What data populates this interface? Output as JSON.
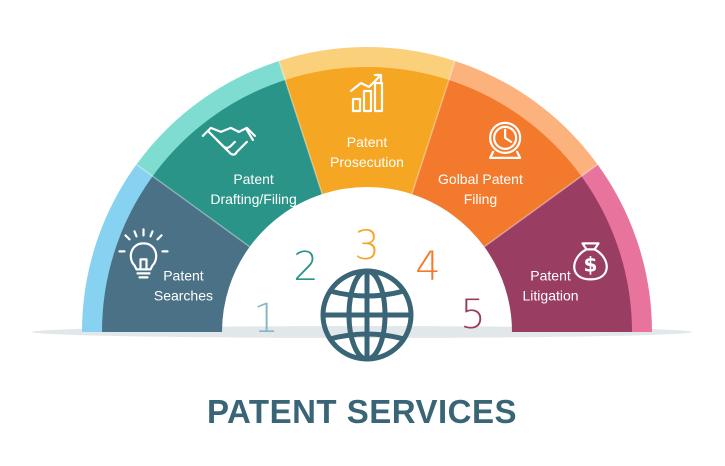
{
  "title": "PATENT SERVICES",
  "segments": [
    {
      "number": "1",
      "label_lines": [
        "Patent",
        "Searches"
      ],
      "icon": "lightbulb-icon",
      "color": "#4b7186",
      "outer_color": "#86d2f0",
      "number_color": "#86b7c7"
    },
    {
      "number": "2",
      "label_lines": [
        "Patent",
        "Drafting/Filing"
      ],
      "icon": "handshake-icon",
      "color": "#2b9488",
      "outer_color": "#7fdcd1",
      "number_color": "#2b9488"
    },
    {
      "number": "3",
      "label_lines": [
        "Patent",
        "Prosecution"
      ],
      "icon": "bar-chart-icon",
      "color": "#f5a623",
      "outer_color": "#fbd07a",
      "number_color": "#f5a623"
    },
    {
      "number": "4",
      "label_lines": [
        "Golbal Patent",
        "Filing"
      ],
      "icon": "clock-icon",
      "color": "#f37a2d",
      "outer_color": "#fbb27d",
      "number_color": "#f37a2d"
    },
    {
      "number": "5",
      "label_lines": [
        "Patent",
        "Litigation"
      ],
      "icon": "money-bag-icon",
      "color": "#9a3d62",
      "outer_color": "#e8739d",
      "number_color": "#9a3d62"
    }
  ],
  "colors": {
    "globe": "#3a6577",
    "title": "#3a6577"
  }
}
